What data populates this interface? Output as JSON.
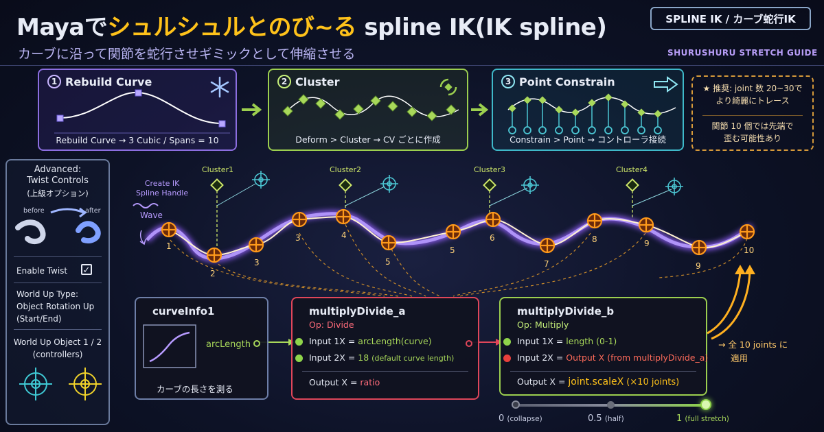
{
  "header": {
    "title_pre": "Mayaで",
    "title_hi": "シュルシュルとのび~る",
    "title_post": " spline IK(IK spline)",
    "subtitle": "カーブに沿って関節を蛇行させギミックとして伸縮させる",
    "badge": "SPLINE IK / カーブ蛇行IK",
    "guide_label": "SHURUSHURU STRETCH GUIDE"
  },
  "steps": [
    {
      "num": "1",
      "title": "Rebuild Curve",
      "caption": "Rebuild Curve → 3 Cubic / Spans = 10",
      "icon": "snowflake-icon"
    },
    {
      "num": "2",
      "title": "Cluster",
      "caption": "Deform > Cluster → CV ごとに作成",
      "icon": "cluster-icon"
    },
    {
      "num": "3",
      "title": "Point Constrain",
      "caption": "Constrain > Point → コントローラ接続",
      "icon": "arrow-right-icon"
    }
  ],
  "tip": {
    "line1": "★ 推奨: joint 数 20~30で",
    "line2": "より綺麗にトレース",
    "line3": "関節 10 個では先端で",
    "line4": "歪む可能性あり"
  },
  "advanced": {
    "title1": "Advanced:",
    "title2": "Twist Controls",
    "subtitle": "(上級オプション)",
    "before": "before",
    "after": "after",
    "enable_twist": "Enable Twist",
    "enable_twist_checked": true,
    "world_up_type_label": "World Up Type:",
    "world_up_type_value1": "Object Rotation Up",
    "world_up_type_value2": "(Start/End)",
    "world_up_object1": "World Up Object 1 / 2",
    "world_up_object2": "(controllers)"
  },
  "spline": {
    "create_ik1": "Create IK",
    "create_ik2": "Spline Handle",
    "wave": "Wave",
    "clusters": [
      "Cluster1",
      "Cluster2",
      "Cluster3",
      "Cluster4"
    ],
    "joint_labels": [
      "1",
      "2",
      "3",
      "3",
      "4",
      "5",
      "5",
      "6",
      "7",
      "8",
      "9",
      "9",
      "10"
    ]
  },
  "nodes": {
    "curve_info": {
      "title": "curveInfo1",
      "output": "arcLength",
      "caption": "カーブの長さを測る"
    },
    "divide": {
      "title": "multiplyDivide_a",
      "op": "Op: Divide",
      "in1_label": "Input 1X",
      "in1_value": "arcLength(curve)",
      "in2_label": "Input 2X",
      "in2_value": "18",
      "in2_note": "(default curve length)",
      "out_label": "Output X",
      "out_value": "ratio"
    },
    "multiply": {
      "title": "multiplyDivide_b",
      "op": "Op: Multiply",
      "in1_label": "Input 1X",
      "in1_value": "length (0-1)",
      "in2_label": "Input 2X",
      "in2_value": "Output X (from multiplyDivide_a)",
      "out_label": "Output X",
      "out_value": "joint.scaleX",
      "out_note": "(×10 joints)"
    },
    "apply": {
      "line1": "→ 全 10 joints に",
      "line2": "適用"
    }
  },
  "slider": {
    "ticks": [
      {
        "value": "0",
        "note": "(collapse)"
      },
      {
        "value": "0.5",
        "note": "(half)"
      },
      {
        "value": "1",
        "note": "(full stretch)"
      }
    ],
    "current": 1
  },
  "colors": {
    "accent_yellow": "#ffc21a",
    "purple": "#8c6ee0",
    "green": "#9ccf4f",
    "cyan": "#3fb9c9",
    "red": "#e0465a",
    "orange": "#ff9a1a"
  }
}
